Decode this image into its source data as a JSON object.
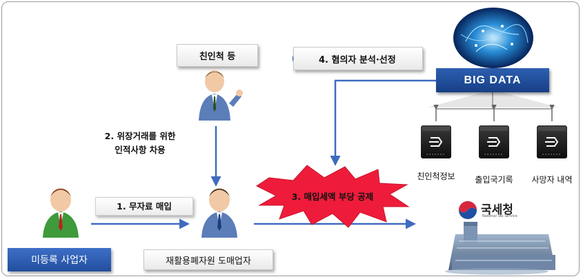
{
  "nodes": {
    "relatives_box": "친인척 등",
    "unregistered_box": "미등록 사업자",
    "wholesaler_box": "재활용폐자원 도매업자",
    "bigdata_box": "BIG DATA",
    "nts_name": "국세청",
    "nts_subtext": "National Tax Service"
  },
  "steps": {
    "step1": "1. 무자료 매입",
    "step2_line1": "2. 위장거래를 위한",
    "step2_line2": "인적사항 차용",
    "step3": "3. 매입세액 부당 공제",
    "step4": "4. 혐의자 분석·선정"
  },
  "data_sources": [
    {
      "label": "친인척정보"
    },
    {
      "label": "출입국기록"
    },
    {
      "label": "사망자 내역"
    }
  ],
  "colors": {
    "primary_blue": "#2a58a8",
    "arrow_blue": "#3f6bbf",
    "burst_red": "#ee1c3a",
    "frame_gray": "#9a9a9a"
  }
}
